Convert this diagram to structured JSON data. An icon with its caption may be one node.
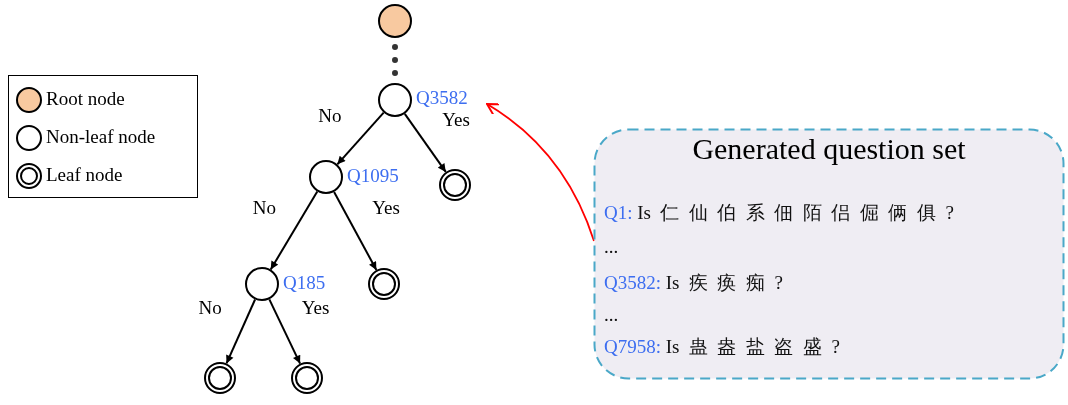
{
  "diagram": {
    "nodes": [
      {
        "text": [],
        "shape": "circle"
      },
      {
        "text": [],
        "shape": "circle",
        "beside": [
          "Q3582"
        ]
      },
      {
        "text": [],
        "shape": "circle",
        "beside": [
          "Q1095"
        ]
      },
      {
        "text": [],
        "shape": "ring"
      },
      {
        "text": [],
        "shape": "circle",
        "beside": [
          "Q185"
        ]
      },
      {
        "text": [],
        "shape": "ring"
      },
      {
        "text": [],
        "shape": "ring"
      },
      {
        "text": [],
        "shape": "ring"
      },
      {
        "text": [
          "Generated question set",
          "Q1: Is 仁 仙 伯 系 佃 陌 侣 倔 俩 俱 ?",
          "...",
          "Q3582: Is 疾 痪 痴 ?",
          "...",
          "Q7958: Is 蛊 盎 盐 盗 盛 ?"
        ]
      }
    ],
    "edges": [
      {
        "from": 0,
        "to": 1,
        "arrow": "none",
        "style": "dashed"
      },
      {
        "from": 1,
        "to": 2,
        "arrow": "to",
        "label": "No"
      },
      {
        "from": 1,
        "to": 3,
        "arrow": "to",
        "label": "Yes"
      },
      {
        "from": 2,
        "to": 4,
        "arrow": "to",
        "label": "No"
      },
      {
        "from": 2,
        "to": 5,
        "arrow": "to",
        "label": "Yes"
      },
      {
        "from": 4,
        "to": 6,
        "arrow": "to",
        "label": "No"
      },
      {
        "from": 4,
        "to": 7,
        "arrow": "to",
        "label": "Yes"
      },
      {
        "from": 8,
        "to": 1,
        "arrow": "to",
        "color": "#ff0000"
      }
    ],
    "legend": [
      {
        "text": "Root node"
      },
      {
        "text": "Non-leaf node"
      },
      {
        "text": "Leaf node"
      }
    ]
  }
}
